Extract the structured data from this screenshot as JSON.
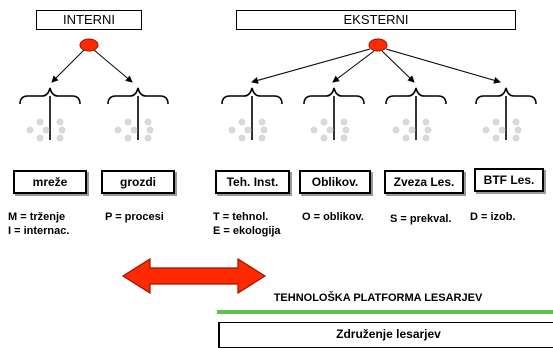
{
  "headers": {
    "internal": "INTERNI",
    "external": "EKSTERNI"
  },
  "categories": [
    "mreže",
    "grozdi",
    "Teh. Inst.",
    "Oblikov.",
    "Zveza Les.",
    "BTF Les."
  ],
  "legends": [
    [
      "M = trženje",
      "I = internac."
    ],
    [
      "P = procesi"
    ],
    [
      "T = tehnol.",
      "E = ekologija"
    ],
    [
      "O = oblikov."
    ],
    [
      "S = prekval."
    ],
    [
      "D = izob."
    ]
  ],
  "platform": {
    "title": "TEHNOLOŠKA PLATFORMA LESARJEV"
  },
  "association": {
    "label": "Združenje lesarjev"
  },
  "colors": {
    "root_node": "#ff2a00",
    "arrow": "#ff2a00",
    "arrow_border": "#a01000",
    "dots": "#d6dade",
    "green_bar": "#5fc24f"
  }
}
